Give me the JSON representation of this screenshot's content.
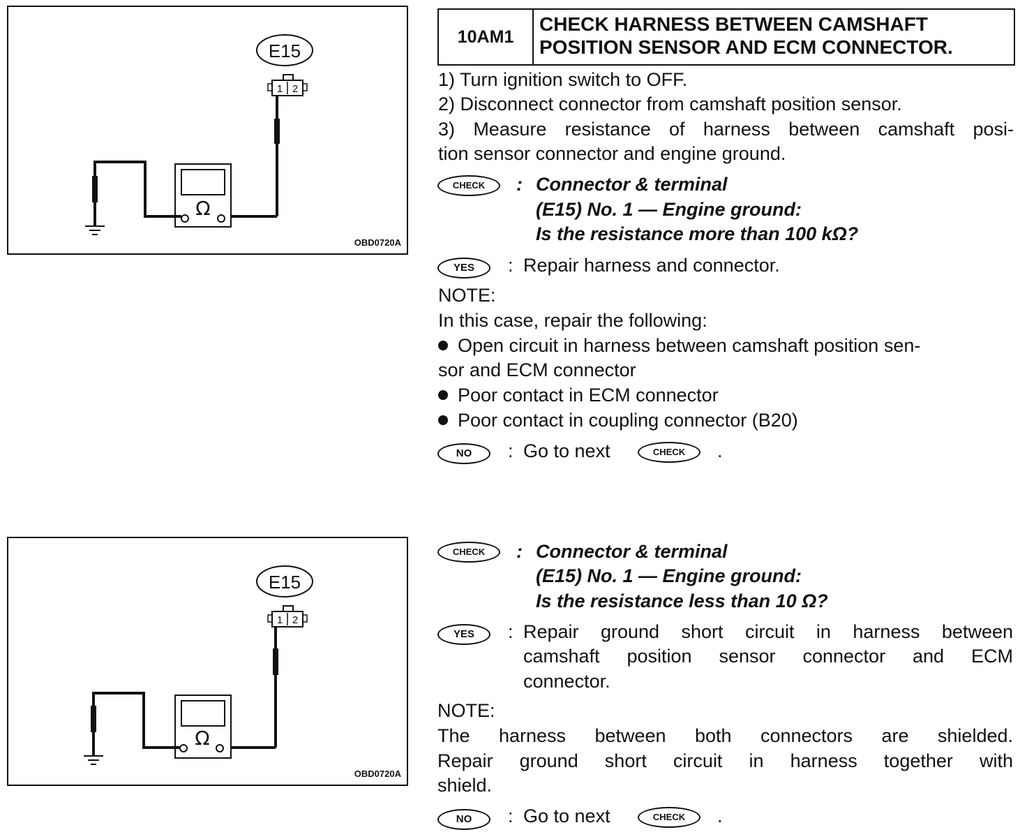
{
  "diagram1": {
    "connector_label": "E15",
    "pin1": "1",
    "pin2": "2",
    "meter_symbol": "Ω",
    "code": "OBD0720A"
  },
  "diagram2": {
    "connector_label": "E15",
    "pin1": "1",
    "pin2": "2",
    "meter_symbol": "Ω",
    "code": "OBD0720A"
  },
  "header": {
    "id": "10AM1",
    "title_line1": "CHECK HARNESS BETWEEN CAMSHAFT",
    "title_line2": "POSITION SENSOR AND ECM CONNECTOR."
  },
  "steps": [
    "1)  Turn ignition switch to OFF.",
    "2)  Disconnect connector from camshaft position sensor.",
    "3)  Measure resistance of harness between camshaft posi-",
    "tion sensor connector and engine ground."
  ],
  "badges": {
    "check": "CHECK",
    "yes": "YES",
    "no": "NO"
  },
  "check1": {
    "colon": ":",
    "line1": "Connector & terminal",
    "line2": "(E15) No. 1 — Engine ground:",
    "line3": "Is the resistance more than 100 kΩ?"
  },
  "yes1": {
    "colon": ":",
    "text": "Repair harness and connector."
  },
  "note1": {
    "heading": "NOTE:",
    "intro": "In this case, repair the following:",
    "bullets": [
      "Open circuit in harness between camshaft position sen-",
      "sor and ECM connector",
      "Poor contact in ECM connector",
      "Poor contact in coupling connector (B20)"
    ]
  },
  "no1": {
    "colon": ":",
    "text": "Go to next",
    "period": "."
  },
  "check2": {
    "colon": ":",
    "line1": "Connector & terminal",
    "line2": "(E15) No. 1 — Engine ground:",
    "line3": "Is the resistance less than 10 Ω?"
  },
  "yes2": {
    "colon": ":",
    "line1": "Repair ground short circuit in harness between",
    "line2": "camshaft position sensor connector and ECM",
    "line3": "connector."
  },
  "note2": {
    "heading": "NOTE:",
    "line1": "The harness between both connectors are shielded.",
    "line2": "Repair ground short circuit in harness together with",
    "line3": "shield."
  },
  "no2": {
    "colon": ":",
    "text": "Go to next",
    "period": "."
  }
}
